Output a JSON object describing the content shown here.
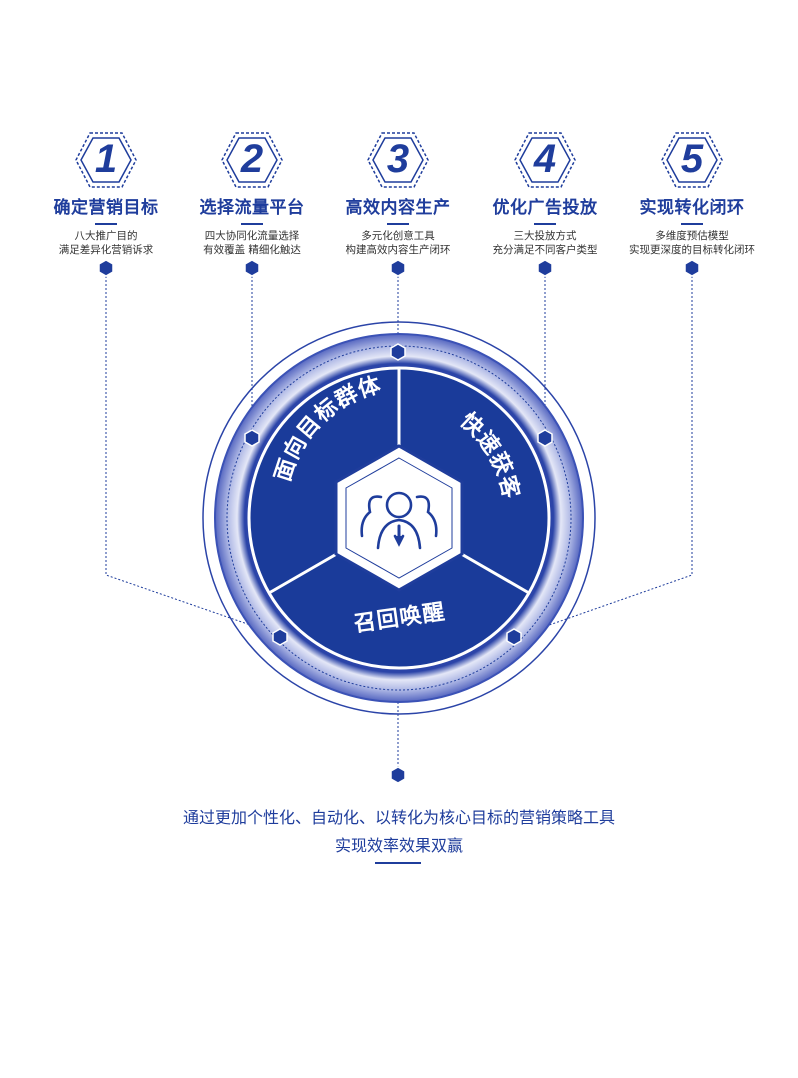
{
  "steps": [
    {
      "number": "1",
      "title": "确定营销目标",
      "desc_lines": [
        "八大推广目的",
        "满足差异化营销诉求"
      ]
    },
    {
      "number": "2",
      "title": "选择流量平台",
      "desc_lines": [
        "四大协同化流量选择",
        "有效覆盖 精细化触达"
      ]
    },
    {
      "number": "3",
      "title": "高效内容生产",
      "desc_lines": [
        "多元化创意工具",
        "构建高效内容生产闭环"
      ]
    },
    {
      "number": "4",
      "title": "优化广告投放",
      "desc_lines": [
        "三大投放方式",
        "充分满足不同客户类型"
      ]
    },
    {
      "number": "5",
      "title": "实现转化闭环",
      "desc_lines": [
        "多维度预估模型",
        "实现更深度的目标转化闭环"
      ]
    }
  ],
  "wheel": {
    "segments": [
      "面向目标群体",
      "快速获客",
      "召回唤醒"
    ],
    "center_icon": "people-group-icon"
  },
  "footer": {
    "line1": "通过更加个性化、自动化、以转化为核心目标的营销策略工具",
    "line2": "实现效率效果双赢"
  },
  "colors": {
    "primary": "#1f3d9c",
    "dark": "#17368f",
    "ring_light": "#c9cfee",
    "white": "#ffffff"
  }
}
